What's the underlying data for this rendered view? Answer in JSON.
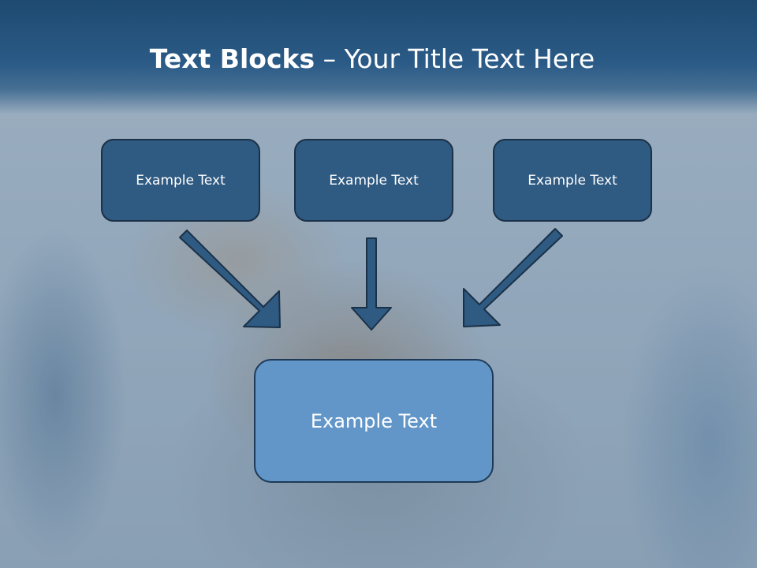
{
  "slide": {
    "title_bold": "Text Blocks",
    "title_dash": " – ",
    "title_rest": "Your Title Text Here"
  },
  "blocks": {
    "top": [
      {
        "label": "Example Text"
      },
      {
        "label": "Example Text"
      },
      {
        "label": "Example Text"
      }
    ],
    "center": {
      "label": "Example Text"
    }
  },
  "colors": {
    "title_band": "#2a5a86",
    "small_box_fill": "#2f5a82",
    "big_box_fill": "#6296c9",
    "arrow_fill": "#2f5a82",
    "outline": "#1a3148"
  }
}
